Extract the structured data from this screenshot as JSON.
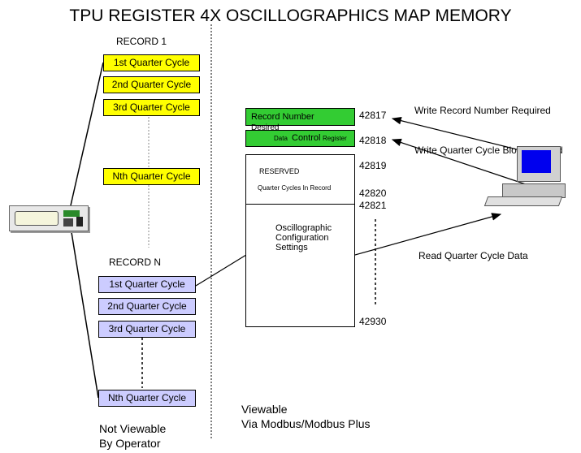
{
  "title": "TPU REGISTER 4X OSCILLOGRAPHICS MAP MEMORY",
  "record1": {
    "label": "RECORD 1",
    "cycles": [
      "1st Quarter Cycle",
      "2nd Quarter Cycle",
      "3rd Quarter Cycle",
      "Nth Quarter Cycle"
    ]
  },
  "recordN": {
    "label": "RECORD N",
    "cycles": [
      "1st Quarter Cycle",
      "2nd Quarter Cycle",
      "3rd Quarter Cycle",
      "Nth Quarter Cycle"
    ]
  },
  "registers": {
    "record_number": "Record Number",
    "record_number_2": "Desired",
    "data_control": "Data Control Register",
    "data_control_main": "Control",
    "reserved": "RESERVED",
    "quarter_cycles": "Quarter Cycles In Record",
    "osc_config": "Oscillographic Configuration Settings"
  },
  "addresses": [
    "42817",
    "42818",
    "42819",
    "42820",
    "42821",
    "42930"
  ],
  "annotations": {
    "write_record": "Write Record Number Required",
    "write_block": "Write Quarter Cycle Block Desired",
    "read_data": "Read Quarter Cycle Data"
  },
  "footer": {
    "not_viewable_1": "Not Viewable",
    "not_viewable_2": "By Operator",
    "viewable_1": "Viewable",
    "viewable_2": "Via Modbus/Modbus Plus"
  },
  "colors": {
    "record1_fill": "#ffff00",
    "recordN_fill": "#ccccff",
    "register_fill": "#33cc33"
  }
}
